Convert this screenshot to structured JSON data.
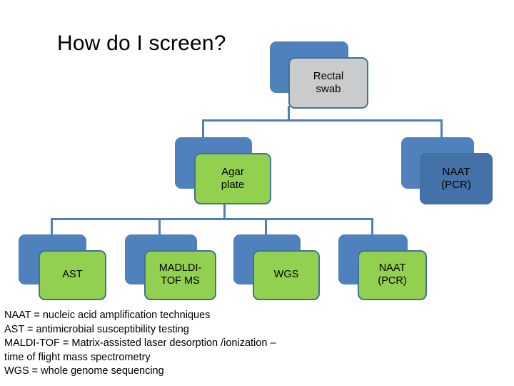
{
  "slide": {
    "title": "How do I screen?",
    "background_color": "#ffffff"
  },
  "theme": {
    "box_back_blue": "#4f81bd",
    "box_border_blue": "#41719c",
    "box_green": "#92d050",
    "box_gray": "#c9cbcd",
    "box_blue_front": "#4472a8",
    "connector_color": "#4f7fb5",
    "text_color": "#000000"
  },
  "diagram": {
    "type": "org-chart",
    "root": {
      "id": "rectal-swab",
      "label": "Rectal swab",
      "lines": [
        "Rectal",
        "swab"
      ],
      "fill": "gray"
    },
    "level2": [
      {
        "id": "agar-plate",
        "label": "Agar plate",
        "lines": [
          "Agar",
          "plate"
        ],
        "fill": "green"
      },
      {
        "id": "naat-pcr-direct",
        "label": "NAAT (PCR)",
        "lines": [
          "NAAT",
          "(PCR)"
        ],
        "fill": "blue"
      }
    ],
    "level3": [
      {
        "id": "ast",
        "label": "AST",
        "lines": [
          "AST"
        ],
        "fill": "green"
      },
      {
        "id": "maldi-tof-ms",
        "label": "MADLDI-TOF MS",
        "lines": [
          "MADLDI-",
          "TOF MS"
        ],
        "fill": "green"
      },
      {
        "id": "wgs",
        "label": "WGS",
        "lines": [
          "WGS"
        ],
        "fill": "green"
      },
      {
        "id": "naat-pcr-culture",
        "label": "NAAT (PCR)",
        "lines": [
          "NAAT",
          "(PCR)"
        ],
        "fill": "green"
      }
    ]
  },
  "legend": {
    "lines": [
      "NAAT = nucleic acid amplification techniques",
      "AST = antimicrobial susceptibility testing",
      "MALDI-TOF = Matrix-assisted laser desorption /ionization –",
      "time of flight mass spectrometry",
      "WGS = whole genome sequencing"
    ]
  }
}
